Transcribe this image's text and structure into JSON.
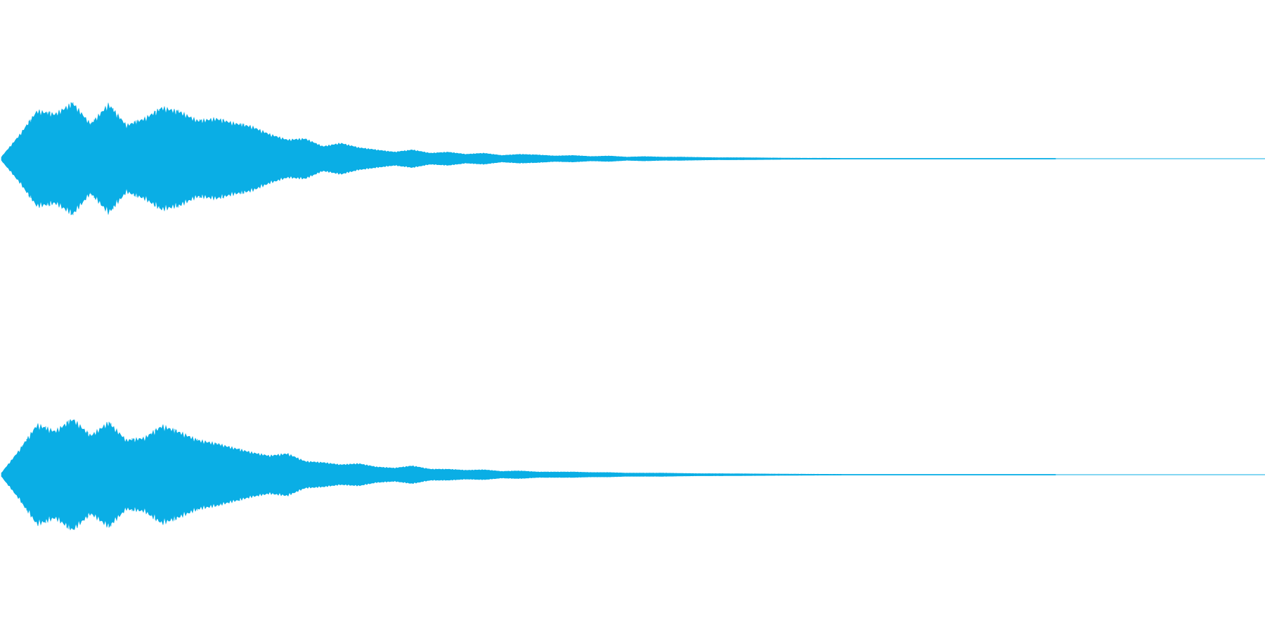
{
  "waveform": {
    "color": "#0AAEE5",
    "background": "#FFFFFF",
    "channels": [
      {
        "name": "channel-1",
        "envelope": [
          0.03,
          0.42,
          0.86,
          0.8,
          1.0,
          0.62,
          0.98,
          0.6,
          0.72,
          0.92,
          0.84,
          0.68,
          0.72,
          0.64,
          0.58,
          0.44,
          0.34,
          0.36,
          0.22,
          0.28,
          0.2,
          0.16,
          0.12,
          0.16,
          0.1,
          0.12,
          0.08,
          0.1,
          0.06,
          0.08,
          0.07,
          0.05,
          0.06,
          0.04,
          0.05,
          0.03,
          0.04,
          0.03,
          0.03,
          0.025,
          0.02,
          0.02,
          0.018,
          0.015,
          0.012,
          0.01,
          0.01,
          0.008,
          0.007,
          0.006,
          0.005,
          0.004,
          0.003,
          0.003,
          0.0,
          0.0,
          0.0,
          0.0,
          0.0,
          0.0
        ]
      },
      {
        "name": "channel-2",
        "envelope": [
          0.03,
          0.44,
          0.9,
          0.78,
          1.0,
          0.7,
          0.94,
          0.62,
          0.66,
          0.88,
          0.76,
          0.62,
          0.56,
          0.48,
          0.4,
          0.34,
          0.38,
          0.24,
          0.22,
          0.18,
          0.2,
          0.14,
          0.12,
          0.16,
          0.1,
          0.1,
          0.08,
          0.09,
          0.06,
          0.07,
          0.05,
          0.05,
          0.05,
          0.04,
          0.04,
          0.03,
          0.03,
          0.03,
          0.025,
          0.02,
          0.02,
          0.018,
          0.016,
          0.014,
          0.012,
          0.01,
          0.009,
          0.008,
          0.006,
          0.005,
          0.004,
          0.003,
          0.002,
          0.0,
          0.0,
          0.0,
          0.0,
          0.0,
          0.0,
          0.0
        ]
      }
    ]
  }
}
